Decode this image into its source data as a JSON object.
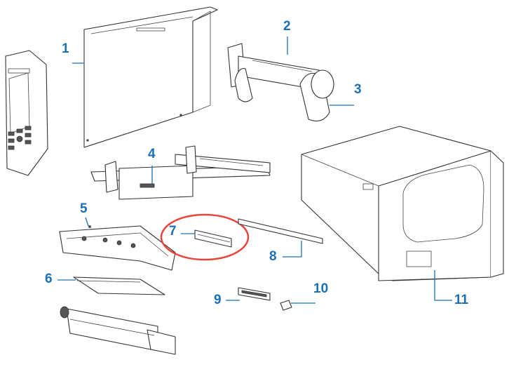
{
  "callouts": {
    "c1": "1",
    "c2": "2",
    "c3": "3",
    "c4": "4",
    "c5": "5",
    "c6": "6",
    "c7": "7",
    "c8": "8",
    "c9": "9",
    "c10": "10",
    "c11": "11"
  },
  "colors": {
    "callout": "#1a6fb5",
    "highlight": "#e8463c",
    "line_art": "#333333"
  },
  "highlighted_part": "7"
}
